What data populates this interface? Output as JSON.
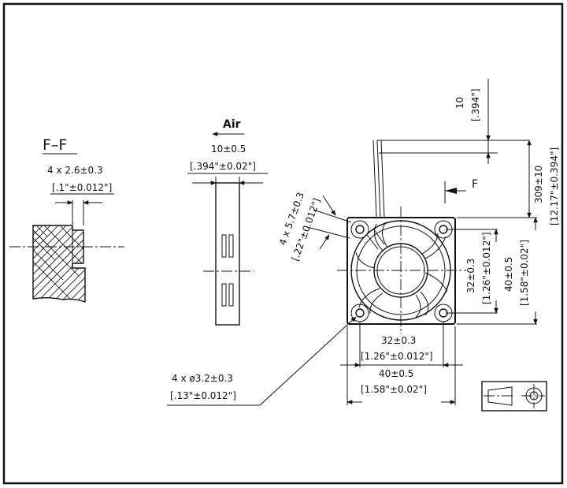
{
  "section_view": {
    "title": "F–F",
    "hole_metric": "4 x 2.6±0.3",
    "hole_imperial": "[.1\"±0.012\"]"
  },
  "side_view": {
    "airflow_label": "Air",
    "thickness_metric": "10±0.5",
    "thickness_imperial": "[.394\"±0.02\"]"
  },
  "front_view": {
    "lead_offset_metric": "10",
    "lead_offset_imperial": "[.394\"]",
    "lead_length_metric": "309±10",
    "lead_length_imperial": "[12.17\"±0.394\"]",
    "section_marker": "F",
    "slot_metric": "4 x 5.7±0.3",
    "slot_imperial": "[.22\"±0.012\"]",
    "hole_pitch_v_metric": "32±0.3",
    "hole_pitch_v_imperial": "[1.26\"±0.012\"]",
    "frame_v_metric": "40±0.5",
    "frame_v_imperial": "[1.58\"±0.02\"]",
    "hole_pitch_h_metric": "32±0.3",
    "hole_pitch_h_imperial": "[1.26\"±0.012\"]",
    "frame_h_metric": "40±0.5",
    "frame_h_imperial": "[1.58\"±0.02\"]",
    "mount_hole_metric": "4 x ø3.2±0.3",
    "mount_hole_imperial": "[.13\"±0.012\"]"
  }
}
